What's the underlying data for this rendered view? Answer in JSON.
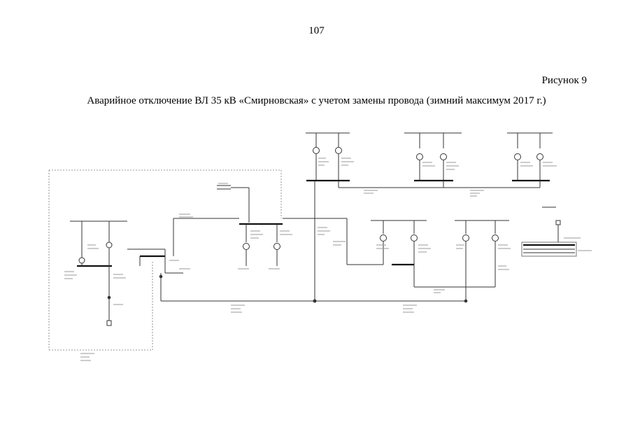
{
  "page": {
    "number": "107",
    "figure_label": "Рисунок 9",
    "caption": "Аварийное отключение ВЛ 35 кВ «Смирновская» с учетом замены провода (зимний максимум 2017 г.)"
  },
  "diagram": {
    "icons": {
      "generator": "generator-icon",
      "node": "node-dot",
      "busbar": "busbar"
    }
  }
}
